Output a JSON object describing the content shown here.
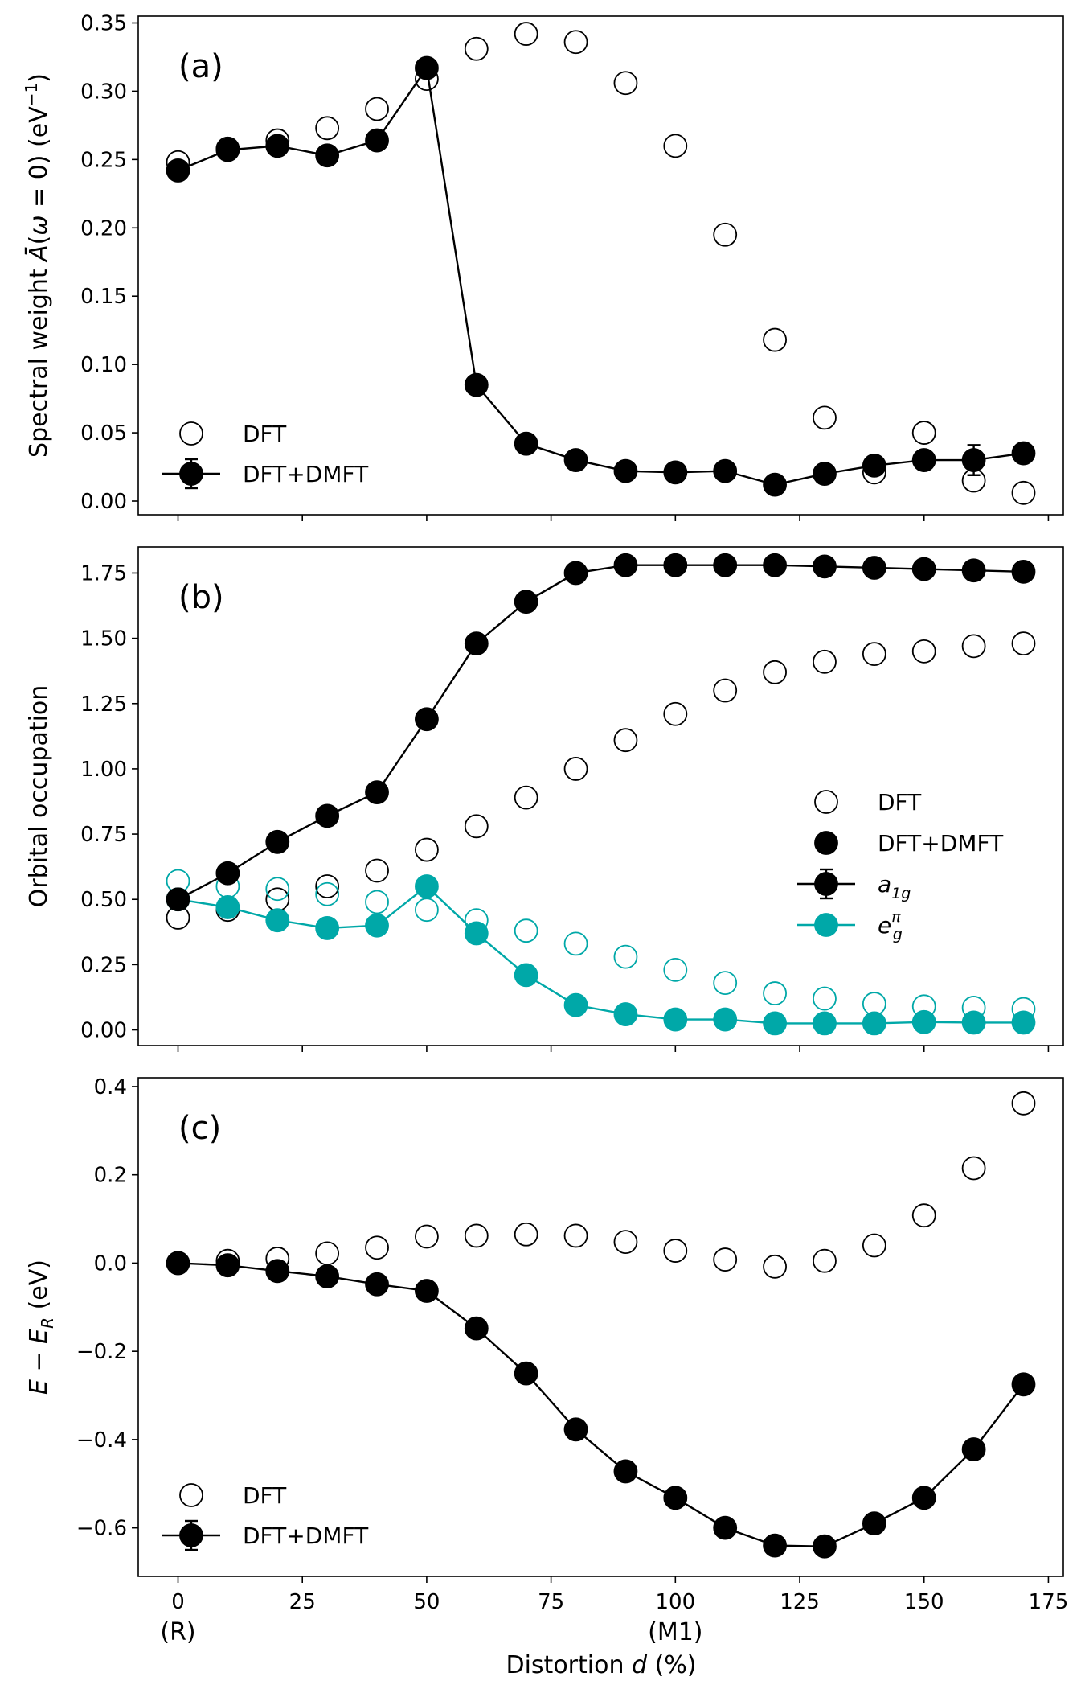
{
  "figure": {
    "xlabel": "Distortion d (%)",
    "xlabel_parts": [
      "Distortion ",
      "d",
      " (%)"
    ],
    "x_ticks": [
      0,
      25,
      50,
      75,
      100,
      125,
      150,
      175
    ],
    "x_xlim": [
      -8,
      178
    ],
    "x_annotations": [
      {
        "x": 0,
        "text": "(R)"
      },
      {
        "x": 100,
        "text": "(M1)"
      }
    ]
  },
  "colors": {
    "black": "#000000",
    "teal": "#00a8a8"
  },
  "chart_data": [
    {
      "type": "scatter",
      "panel_label": "(a)",
      "ylabel": "Spectral weight Ā(ω = 0) (eV⁻¹)",
      "ylabel_parts": [
        "Spectral weight ",
        "Ā",
        "(",
        "ω",
        " = 0) (eV",
        "−1",
        ")"
      ],
      "ylim": [
        -0.01,
        0.355
      ],
      "yticks": [
        0.0,
        0.05,
        0.1,
        0.15,
        0.2,
        0.25,
        0.3,
        0.35
      ],
      "ytick_labels": [
        "0.00",
        "0.05",
        "0.10",
        "0.15",
        "0.20",
        "0.25",
        "0.30",
        "0.35"
      ],
      "legend_position": "lower-left",
      "legend": [
        {
          "label": "DFT",
          "marker": "open",
          "color": "#000000",
          "line": false
        },
        {
          "label": "DFT+DMFT",
          "marker": "filled",
          "color": "#000000",
          "line": true,
          "errorbar": true
        }
      ],
      "series": [
        {
          "name": "DFT",
          "marker": "open",
          "color": "#000000",
          "line": false,
          "x": [
            0,
            10,
            20,
            30,
            40,
            50,
            60,
            70,
            80,
            90,
            100,
            110,
            120,
            130,
            140,
            150,
            160,
            170
          ],
          "y": [
            0.248,
            0.258,
            0.264,
            0.273,
            0.287,
            0.309,
            0.331,
            0.342,
            0.336,
            0.306,
            0.26,
            0.195,
            0.118,
            0.061,
            0.021,
            0.05,
            0.015,
            0.006
          ]
        },
        {
          "name": "DFT+DMFT",
          "marker": "filled",
          "color": "#000000",
          "line": true,
          "x": [
            0,
            10,
            20,
            30,
            40,
            50,
            60,
            70,
            80,
            90,
            100,
            110,
            120,
            130,
            140,
            150,
            160,
            170
          ],
          "y": [
            0.242,
            0.257,
            0.26,
            0.253,
            0.264,
            0.317,
            0.085,
            0.042,
            0.03,
            0.022,
            0.021,
            0.022,
            0.012,
            0.02,
            0.026,
            0.03,
            0.03,
            0.035
          ],
          "yerr": [
            0.004,
            0.004,
            0.004,
            0.004,
            0.004,
            0.004,
            0.004,
            0.004,
            0.003,
            0.003,
            0.003,
            0.003,
            0.003,
            0.003,
            0.004,
            0.004,
            0.011,
            0.004
          ]
        }
      ]
    },
    {
      "type": "scatter",
      "panel_label": "(b)",
      "ylabel": "Orbital occupation",
      "ylabel_parts": [
        "Orbital occupation"
      ],
      "ylim": [
        -0.06,
        1.85
      ],
      "yticks": [
        0.0,
        0.25,
        0.5,
        0.75,
        1.0,
        1.25,
        1.5,
        1.75
      ],
      "ytick_labels": [
        "0.00",
        "0.25",
        "0.50",
        "0.75",
        "1.00",
        "1.25",
        "1.50",
        "1.75"
      ],
      "legend_position": "center-right",
      "legend": [
        {
          "label": "DFT",
          "marker": "open",
          "color": "#000000",
          "line": false
        },
        {
          "label": "DFT+DMFT",
          "marker": "filled",
          "color": "#000000",
          "line": false
        },
        {
          "label": "a1g",
          "label_main": "a",
          "label_sub": "1g",
          "label_sup": "",
          "marker": "filled",
          "color": "#000000",
          "line": true,
          "errorbar": true
        },
        {
          "label": "eg^π",
          "label_main": "e",
          "label_sub": "g",
          "label_sup": "π",
          "marker": "filled",
          "color": "#00a8a8",
          "line": true,
          "errorbar": false
        }
      ],
      "series": [
        {
          "name": "a1g DFT",
          "marker": "open",
          "color": "#000000",
          "line": false,
          "x": [
            0,
            10,
            20,
            30,
            40,
            50,
            60,
            70,
            80,
            90,
            100,
            110,
            120,
            130,
            140,
            150,
            160,
            170
          ],
          "y": [
            0.43,
            0.46,
            0.5,
            0.55,
            0.61,
            0.69,
            0.78,
            0.89,
            1.0,
            1.11,
            1.21,
            1.3,
            1.37,
            1.41,
            1.44,
            1.45,
            1.47,
            1.48
          ]
        },
        {
          "name": "eg^π DFT",
          "marker": "open",
          "color": "#00a8a8",
          "line": false,
          "x": [
            0,
            10,
            20,
            30,
            40,
            50,
            60,
            70,
            80,
            90,
            100,
            110,
            120,
            130,
            140,
            150,
            160,
            170
          ],
          "y": [
            0.57,
            0.55,
            0.54,
            0.52,
            0.49,
            0.46,
            0.42,
            0.38,
            0.33,
            0.28,
            0.23,
            0.18,
            0.14,
            0.12,
            0.1,
            0.09,
            0.085,
            0.08
          ]
        },
        {
          "name": "eg^π DFT+DMFT",
          "marker": "filled",
          "color": "#00a8a8",
          "line": true,
          "x": [
            0,
            10,
            20,
            30,
            40,
            50,
            60,
            70,
            80,
            90,
            100,
            110,
            120,
            130,
            140,
            150,
            160,
            170
          ],
          "y": [
            0.5,
            0.47,
            0.42,
            0.39,
            0.4,
            0.55,
            0.37,
            0.21,
            0.095,
            0.06,
            0.04,
            0.04,
            0.025,
            0.025,
            0.025,
            0.03,
            0.028,
            0.028
          ]
        },
        {
          "name": "a1g DFT+DMFT",
          "marker": "filled",
          "color": "#000000",
          "line": true,
          "x": [
            0,
            10,
            20,
            30,
            40,
            50,
            60,
            70,
            80,
            90,
            100,
            110,
            120,
            130,
            140,
            150,
            160,
            170
          ],
          "y": [
            0.5,
            0.6,
            0.72,
            0.82,
            0.91,
            1.19,
            1.48,
            1.64,
            1.75,
            1.78,
            1.78,
            1.78,
            1.78,
            1.775,
            1.77,
            1.765,
            1.76,
            1.755
          ]
        }
      ]
    },
    {
      "type": "scatter",
      "panel_label": "(c)",
      "ylabel": "E − E_R (eV)",
      "ylabel_parts": [
        "E",
        " − ",
        "E",
        "R",
        " (eV)"
      ],
      "ylim": [
        -0.71,
        0.42
      ],
      "yticks": [
        -0.6,
        -0.4,
        -0.2,
        0.0,
        0.2,
        0.4
      ],
      "ytick_labels": [
        "−0.6",
        "−0.4",
        "−0.2",
        "0.0",
        "0.2",
        "0.4"
      ],
      "legend_position": "lower-left",
      "legend": [
        {
          "label": "DFT",
          "marker": "open",
          "color": "#000000",
          "line": false
        },
        {
          "label": "DFT+DMFT",
          "marker": "filled",
          "color": "#000000",
          "line": true,
          "errorbar": true
        }
      ],
      "series": [
        {
          "name": "DFT",
          "marker": "open",
          "color": "#000000",
          "line": false,
          "x": [
            0,
            10,
            20,
            30,
            40,
            50,
            60,
            70,
            80,
            90,
            100,
            110,
            120,
            130,
            140,
            150,
            160,
            170
          ],
          "y": [
            0.0,
            0.005,
            0.01,
            0.022,
            0.035,
            0.06,
            0.062,
            0.065,
            0.062,
            0.048,
            0.028,
            0.008,
            -0.008,
            0.005,
            0.04,
            0.108,
            0.215,
            0.362
          ]
        },
        {
          "name": "DFT+DMFT",
          "marker": "filled",
          "color": "#000000",
          "line": true,
          "x": [
            0,
            10,
            20,
            30,
            40,
            50,
            60,
            70,
            80,
            90,
            100,
            110,
            120,
            130,
            140,
            150,
            160,
            170
          ],
          "y": [
            0.0,
            -0.005,
            -0.018,
            -0.03,
            -0.048,
            -0.063,
            -0.148,
            -0.25,
            -0.377,
            -0.472,
            -0.532,
            -0.6,
            -0.64,
            -0.642,
            -0.59,
            -0.532,
            -0.422,
            -0.275
          ],
          "yerr": [
            0.006,
            0.006,
            0.006,
            0.006,
            0.006,
            0.006,
            0.015,
            0.02,
            0.012,
            0.02,
            0.01,
            0.02,
            0.012,
            0.015,
            0.02,
            0.02,
            0.012,
            0.012
          ]
        }
      ]
    }
  ]
}
